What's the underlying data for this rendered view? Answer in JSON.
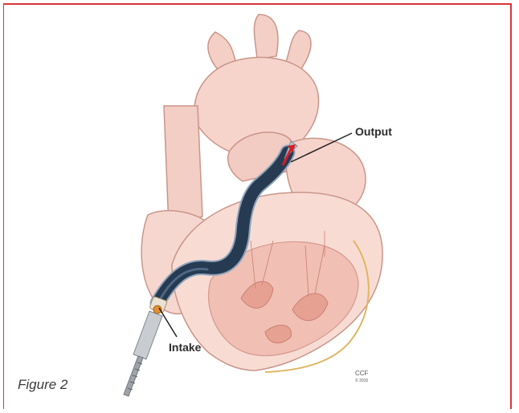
{
  "figure": {
    "caption": "Figure 2",
    "labels": {
      "output": "Output",
      "intake": "Intake"
    },
    "credit": {
      "org": "CCF",
      "year": "© 2015"
    }
  },
  "colors": {
    "frame": "#d9343a",
    "heart_fill": "#f6d7cf",
    "heart_outline": "#d7a99c",
    "catheter": "#263a52",
    "output_arrow": "#d41f25"
  }
}
